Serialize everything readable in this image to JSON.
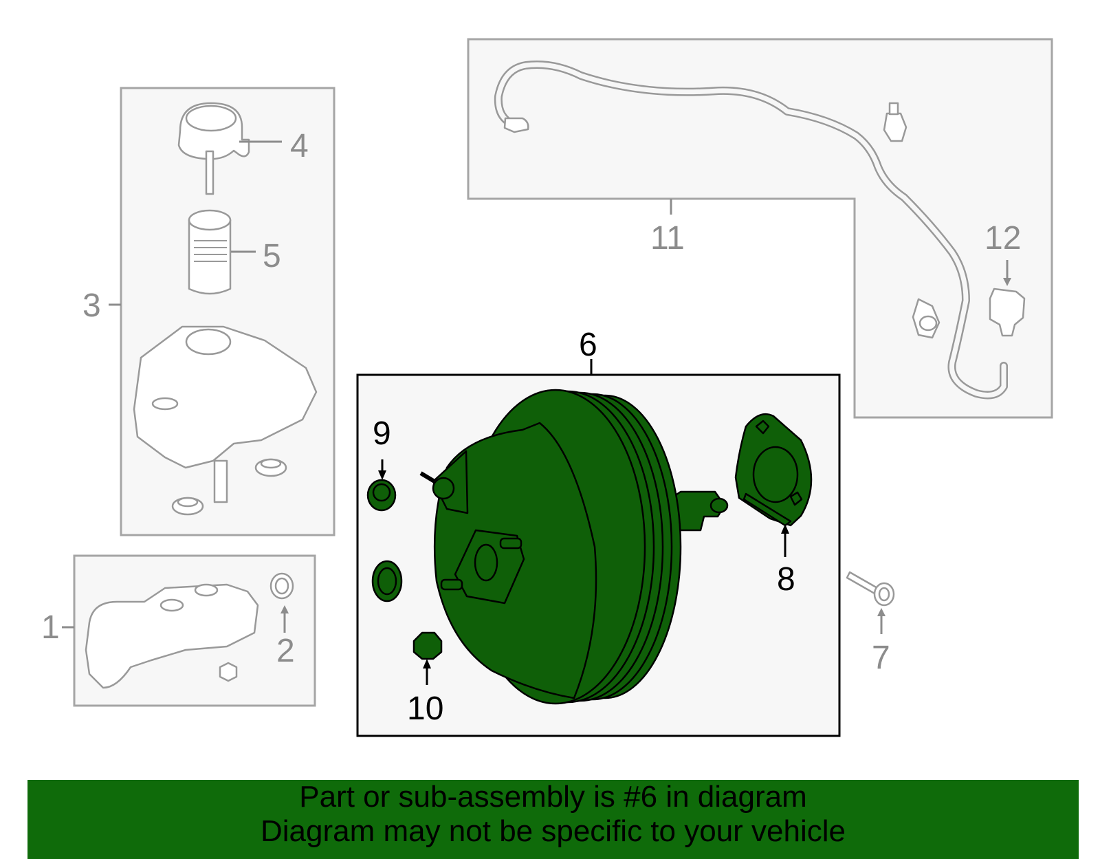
{
  "diagram": {
    "callouts": {
      "c1": "1",
      "c2": "2",
      "c3": "3",
      "c4": "4",
      "c5": "5",
      "c6": "6",
      "c7": "7",
      "c8": "8",
      "c9": "9",
      "c10": "10",
      "c11": "11",
      "c12": "12"
    },
    "highlighted_part": "6",
    "colors": {
      "highlight": "#0f5f08",
      "banner": "#0f6b0a",
      "other_parts": "#999999",
      "group_background": "#f7f7f7"
    }
  },
  "banner": {
    "line1": "Part or sub-assembly is #6 in diagram",
    "line2": "Diagram may not be specific to your vehicle"
  }
}
